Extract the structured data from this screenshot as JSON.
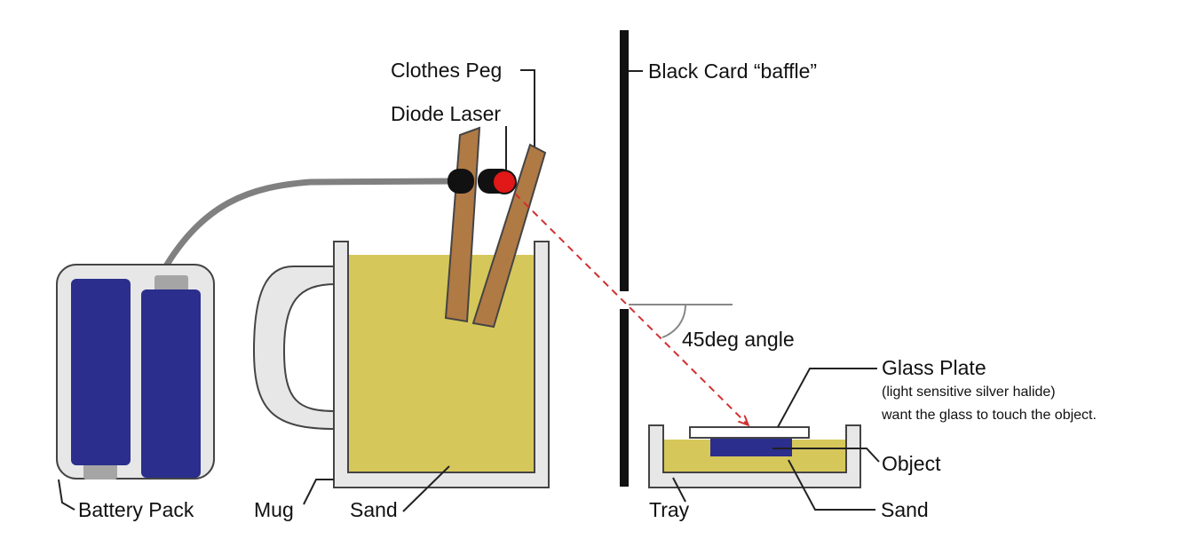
{
  "diagram": {
    "labels": {
      "clothes_peg": "Clothes Peg",
      "diode_laser": "Diode Laser",
      "black_card": "Black Card “baffle”",
      "angle": "45deg angle",
      "glass_plate": "Glass Plate",
      "glass_plate_note1": "(light sensitive silver halide)",
      "glass_plate_note2": "want the glass to touch the object.",
      "object": "Object",
      "battery_pack": "Battery Pack",
      "mug": "Mug",
      "sand_mug": "Sand",
      "tray": "Tray",
      "sand_tray": "Sand"
    },
    "colors": {
      "battery_cell": "#2b2e8c",
      "sand": "#d6c75a",
      "peg_wood": "#b07a45",
      "laser_red": "#e01818",
      "laser_beam": "#d03030",
      "mug_gray": "#e7e7e7",
      "outline": "#444444",
      "cable": "#808080",
      "object_fill": "#2b2e8c"
    }
  }
}
